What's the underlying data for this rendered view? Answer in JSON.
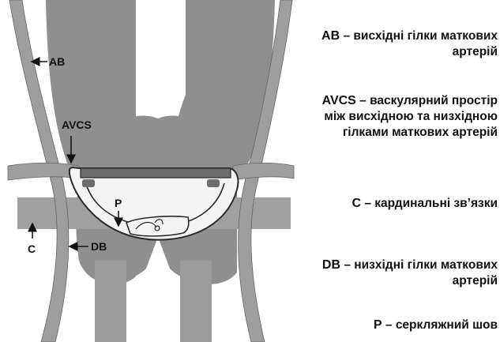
{
  "diagram": {
    "labels": {
      "ab": "AB",
      "avcs": "AVCS",
      "p": "P",
      "c": "C",
      "db": "DB"
    },
    "colors": {
      "tissue": "#8f8f8f",
      "vessel": "#9e9e9e",
      "ligament": "#a0a0a0",
      "suture": "#f4f4f4",
      "outline": "#2a2a2a"
    }
  },
  "legend": [
    {
      "abbr": "AB",
      "dash": "–",
      "text": "висхідні гілки маткових артерій"
    },
    {
      "abbr": "AVCS",
      "dash": "–",
      "text": "васкулярний простір між висхідною та низхідною гілками маткових артерій"
    },
    {
      "abbr": "C",
      "dash": "–",
      "text": "кардинальні зв’язки"
    },
    {
      "abbr": "DB",
      "dash": "–",
      "text": "низхідні гілки маткових артерій"
    },
    {
      "abbr": "P",
      "dash": "–",
      "text": "серкляжний шов"
    }
  ]
}
